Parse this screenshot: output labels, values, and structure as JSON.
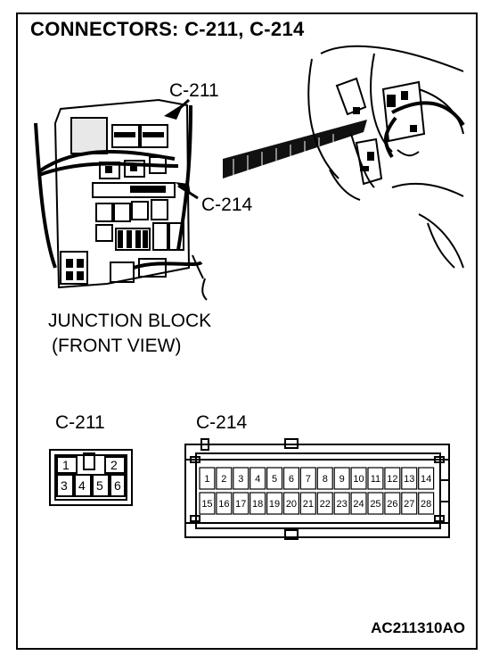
{
  "title": "CONNECTORS: C-211, C-214",
  "callouts": {
    "c211": "C-211",
    "c214": "C-214"
  },
  "junction_block": {
    "line1": "JUNCTION BLOCK",
    "line2": "(FRONT VIEW)"
  },
  "connectors": {
    "c211": {
      "label": "C-211",
      "top_pins": [
        "1",
        "2"
      ],
      "bottom_pins": [
        "3",
        "4",
        "5",
        "6"
      ]
    },
    "c214": {
      "label": "C-214",
      "top_pins": [
        "1",
        "2",
        "3",
        "4",
        "5",
        "6",
        "7",
        "8",
        "9",
        "10",
        "11",
        "12",
        "13",
        "14"
      ],
      "bottom_pins": [
        "15",
        "16",
        "17",
        "18",
        "19",
        "20",
        "21",
        "22",
        "23",
        "24",
        "25",
        "26",
        "27",
        "28"
      ]
    }
  },
  "figure_code": "AC211310AO"
}
